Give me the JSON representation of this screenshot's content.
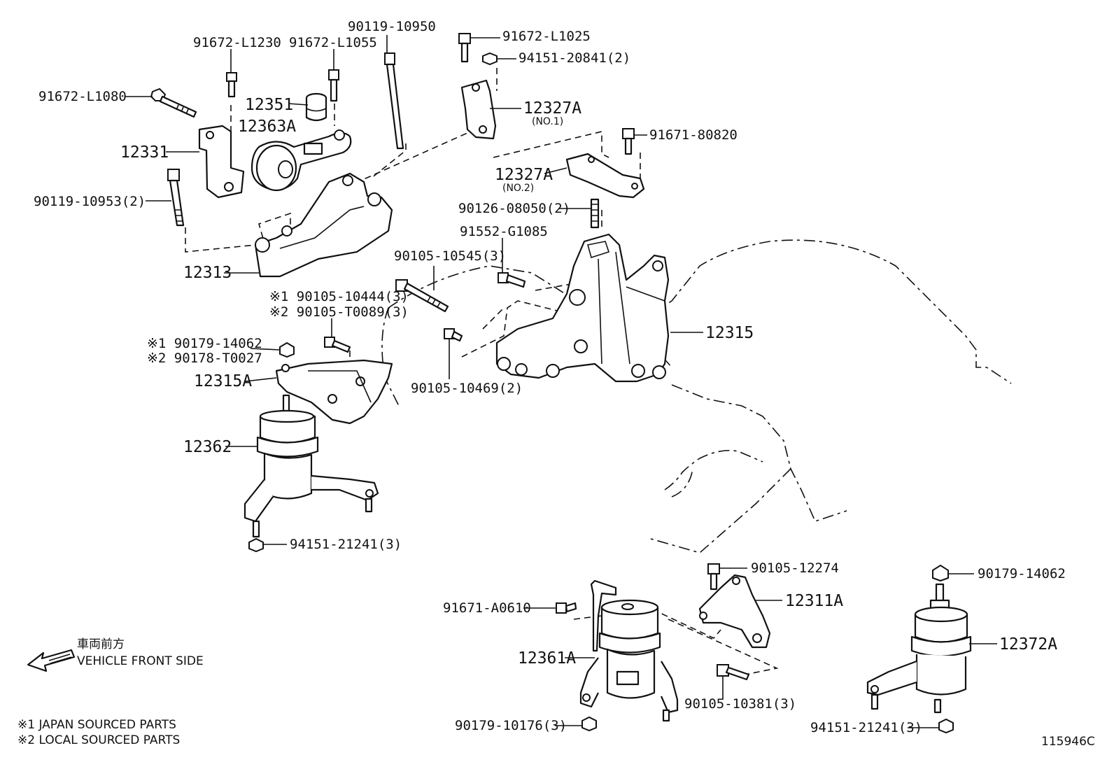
{
  "labels": {
    "p91672_L1230": "91672-L1230",
    "p91672_L1055": "91672-L1055",
    "p90119_10950": "90119-10950",
    "p91672_L1025": "91672-L1025",
    "p94151_20841": "94151-20841(2)",
    "p91672_L1080": "91672-L1080",
    "p12351": "12351",
    "p12363A": "12363A",
    "p12327A_no1": "12327A",
    "no1": "(NO.1)",
    "p91671_80820": "91671-80820",
    "p12331": "12331",
    "p12327A_no2": "12327A",
    "no2": "(NO.2)",
    "p90119_10953": "90119-10953(2)",
    "p90126_08050": "90126-08050(2)",
    "p91552_G1085": "91552-G1085",
    "p90105_10545": "90105-10545(3)",
    "p12313": "12313",
    "p12315": "12315",
    "p_x1_90105_10444": "※1 90105-10444(3)",
    "p_x2_90105_T0089": "※2 90105-T0089(3)",
    "p_x1_90179_14062": "※1 90179-14062",
    "p_x2_90178_T0027": "※2 90178-T0027",
    "p12315A": "12315A",
    "p90105_10469": "90105-10469(2)",
    "p12362": "12362",
    "p94151_21241_a": "94151-21241(3)",
    "p90105_12274": "90105-12274",
    "p90179_14062": "90179-14062",
    "p91671_A0610": "91671-A0610",
    "p12311A": "12311A",
    "p12372A": "12372A",
    "p12361A": "12361A",
    "p90105_10381": "90105-10381(3)",
    "p90179_10176": "90179-10176(3)",
    "p94151_21241_b": "94151-21241(3)"
  },
  "front_jp": "車両前方",
  "front_en": "VEHICLE FRONT SIDE",
  "footnote1": "※1 JAPAN SOURCED PARTS",
  "footnote2": "※2 LOCAL SOURCED PARTS",
  "drawing_no": "115946C"
}
